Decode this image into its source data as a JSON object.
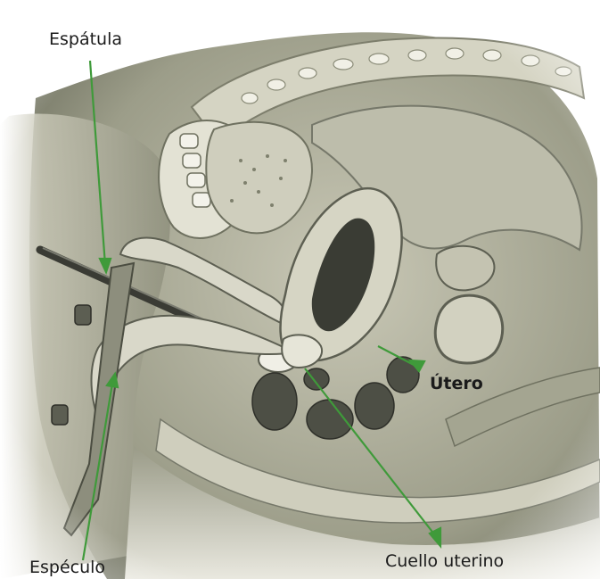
{
  "figure": {
    "labels": {
      "espatula": "Espátula",
      "utero": "Útero",
      "cuello_uterino": "Cuello uterino",
      "especulo": "Espéculo"
    },
    "colors": {
      "leader_line": "#3f9a3a",
      "tissue_light": "#d9d8c9",
      "tissue_mid": "#b3b39f",
      "tissue_dark": "#6f7160",
      "cavity": "#3a3c34",
      "background": "#ffffff"
    }
  }
}
